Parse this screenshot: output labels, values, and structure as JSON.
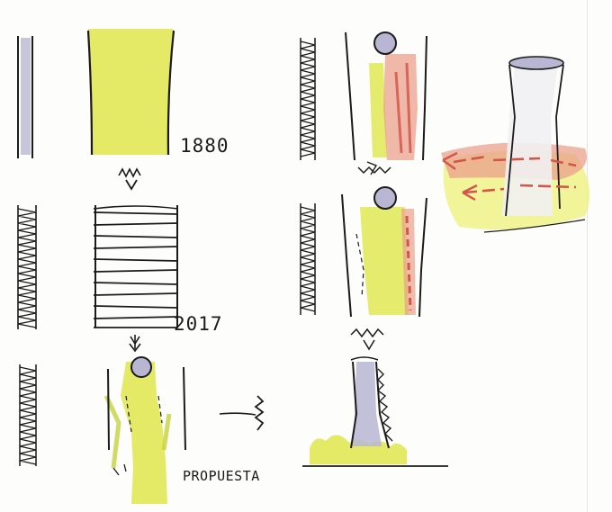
{
  "labels": {
    "year_1880": "1880",
    "year_2017": "2017",
    "proposal": "PROPUESTA"
  },
  "colors": {
    "ink": "#1b1b1b",
    "yellow_green": "#dfe64a",
    "pale_yellow": "#eef07a",
    "lavender": "#b8b6d2",
    "red_ochre": "#d2564a",
    "salmon": "#e9a08c",
    "paper": "#fdfdfb"
  }
}
